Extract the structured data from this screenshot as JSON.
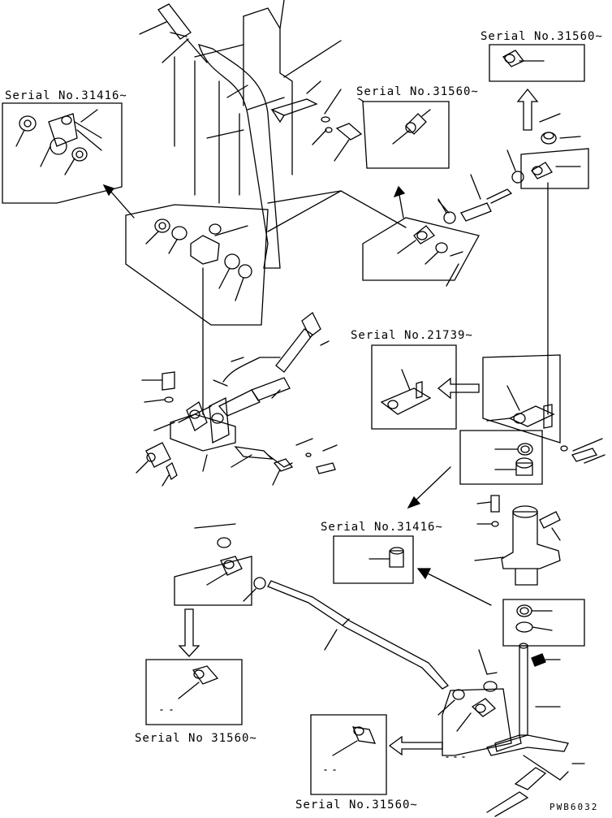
{
  "serial_labels": {
    "top_left": "Serial No.31416~",
    "top_center": "Serial No.31560~",
    "top_right": "Serial No.31560~",
    "mid_right": "Serial No.21739~",
    "mid_center": "Serial No.31416~",
    "bottom_left": "Serial No 31560~",
    "bottom_center": "Serial No.31560~"
  },
  "drawing_code": "PWB6032",
  "colors": {
    "ink": "#000000",
    "paper": "#ffffff"
  }
}
